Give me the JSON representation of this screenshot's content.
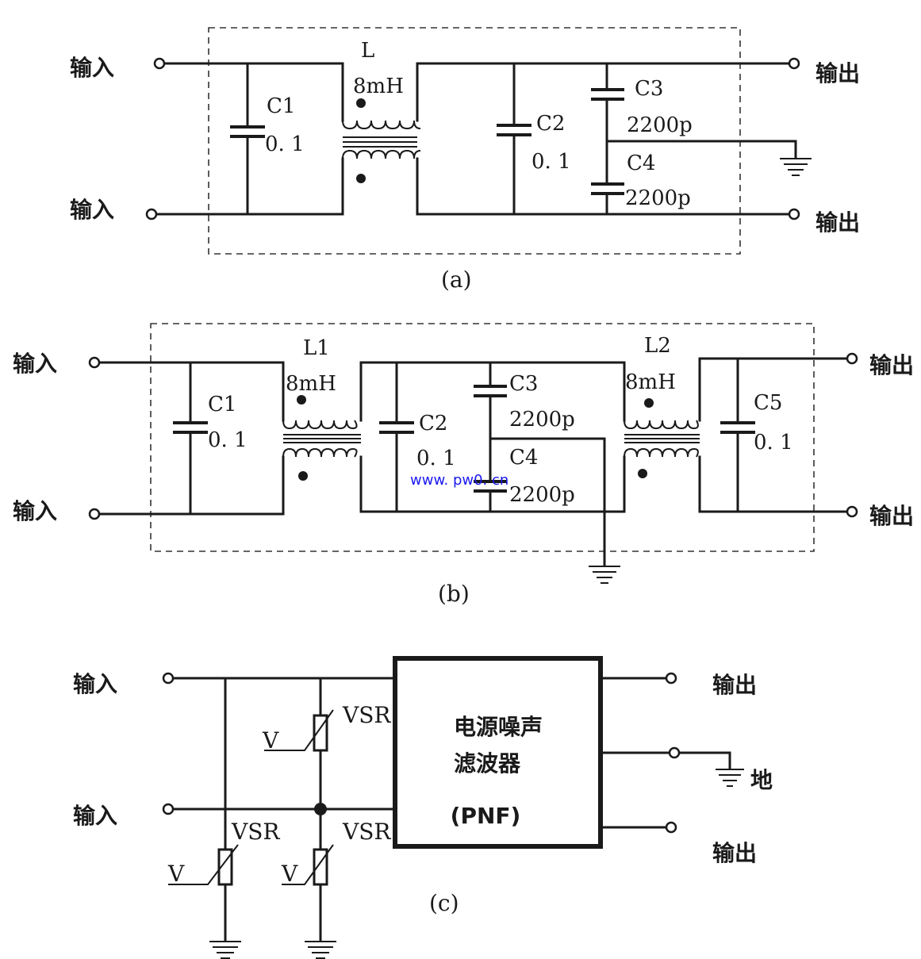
{
  "a": {
    "in_top": "输入",
    "in_bot": "输入",
    "out_top": "输出",
    "out_bot": "输出",
    "L_name": "L",
    "L_val": "8mH",
    "C1_name": "C1",
    "C1_val": "0. 1",
    "C2_name": "C2",
    "C2_val": "0. 1",
    "C3_name": "C3",
    "C3_val": "2200p",
    "C4_name": "C4",
    "C4_val": "2200p",
    "caption": "(a)"
  },
  "b": {
    "in_top": "输入",
    "in_bot": "输入",
    "out_top": "输出",
    "out_bot": "输出",
    "L1_name": "L1",
    "L1_val": "8mH",
    "L2_name": "L2",
    "L2_val": "8mH",
    "C1_name": "C1",
    "C1_val": "0. 1",
    "C2_name": "C2",
    "C2_val": "0. 1",
    "C3_name": "C3",
    "C3_val": "2200p",
    "C4_name": "C4",
    "C4_val": "2200p",
    "C5_name": "C5",
    "C5_val": "0. 1",
    "watermark": "www. pw0. cn",
    "caption": "(b)"
  },
  "c": {
    "in_top": "输入",
    "in_bot": "输入",
    "out_top": "输出",
    "out_bot": "输出",
    "ground": "地",
    "box_line1": "电源噪声",
    "box_line2": "滤波器",
    "box_line3": "(PNF)",
    "vsr": "VSR",
    "v": "V",
    "caption": "(c)"
  }
}
